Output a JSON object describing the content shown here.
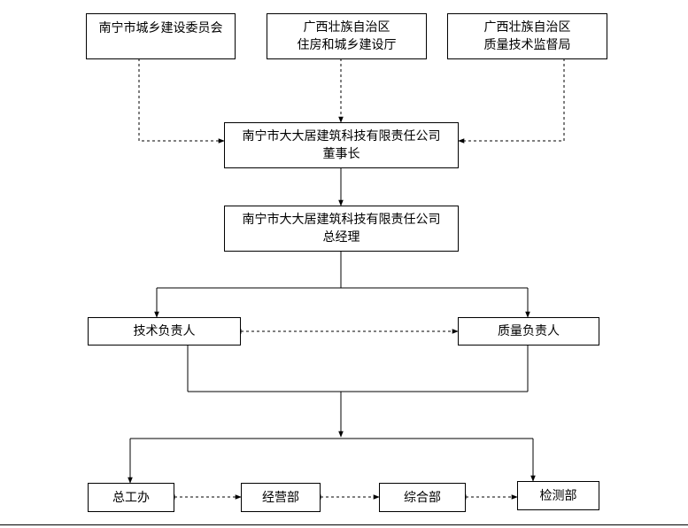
{
  "top_boxes": {
    "nanning_committee": "南宁市城乡建设委员会",
    "guangxi_housing": [
      "广西壮族自治区",
      "住房和城乡建设厅"
    ],
    "guangxi_quality": [
      "广西壮族自治区",
      "质量技术监督局"
    ]
  },
  "chairman": [
    "南宁市大大居建筑科技有限责任公司",
    "董事长"
  ],
  "general_manager": [
    "南宁市大大居建筑科技有限责任公司",
    "总经理"
  ],
  "tech_lead": "技术负责人",
  "quality_lead": "质量负责人",
  "departments": {
    "general_office": "总工办",
    "operations": "经营部",
    "comprehensive": "综合部",
    "testing": "检测部"
  }
}
